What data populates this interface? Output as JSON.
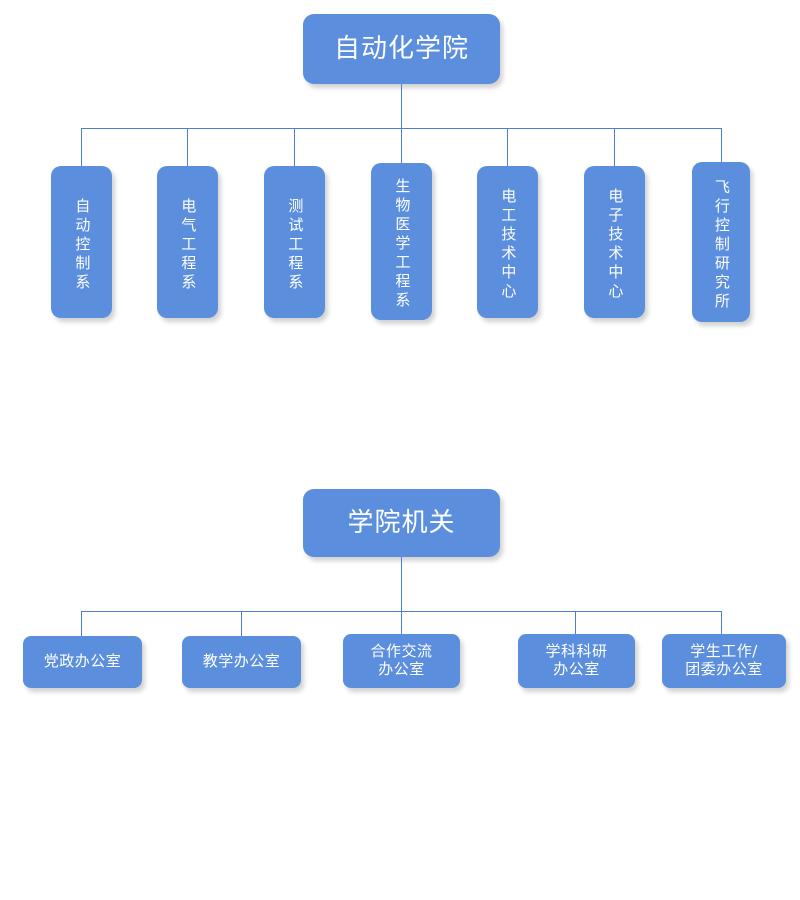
{
  "theme": {
    "box_fill": "#5b8fde",
    "line_color": "#4a7fd4",
    "text_color": "#ffffff",
    "background": "#ffffff"
  },
  "sections": [
    {
      "id": "academic",
      "root": {
        "label": "自动化学院"
      },
      "children": [
        {
          "label": "自动控制系"
        },
        {
          "label": "电气工程系"
        },
        {
          "label": "测试工程系"
        },
        {
          "label": "生物医学工程系"
        },
        {
          "label": "电工技术中心"
        },
        {
          "label": "电子技术中心"
        },
        {
          "label": "飞行控制研究所"
        }
      ]
    },
    {
      "id": "administrative",
      "root": {
        "label": "学院机关"
      },
      "children": [
        {
          "label": "党政办公室"
        },
        {
          "label": "教学办公室"
        },
        {
          "label": "合作交流\n办公室"
        },
        {
          "label": "学科科研\n办公室"
        },
        {
          "label": "学生工作/\n团委办公室"
        }
      ]
    }
  ]
}
